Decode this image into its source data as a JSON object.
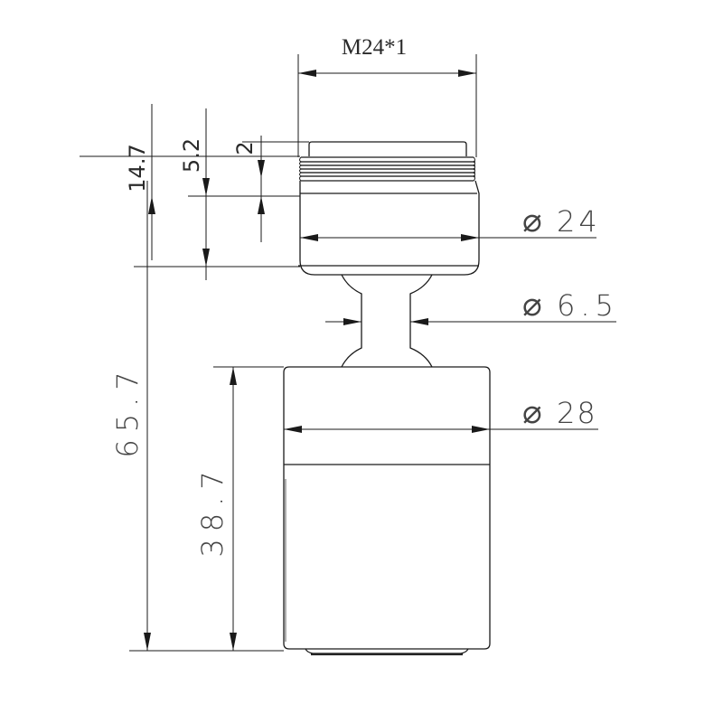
{
  "drawing": {
    "type": "technical dimension drawing",
    "subject": "swivel faucet aerator, side view",
    "line_color": "#1a1a1a",
    "background": "#ffffff"
  },
  "dimensions": {
    "thread": {
      "label": "M24*1"
    },
    "top_diameter": {
      "symbol": "⌀",
      "value": "24"
    },
    "neck_diameter": {
      "symbol": "⌀",
      "value": "6.5"
    },
    "body_diameter": {
      "symbol": "⌀",
      "value": "28"
    },
    "overall_height": {
      "value": "65.7"
    },
    "body_height": {
      "value": "38.7"
    },
    "top_section_height": {
      "value": "14.7"
    },
    "thread_section_height": {
      "value": "5.2"
    },
    "cap_lip_height": {
      "value": "2"
    }
  }
}
